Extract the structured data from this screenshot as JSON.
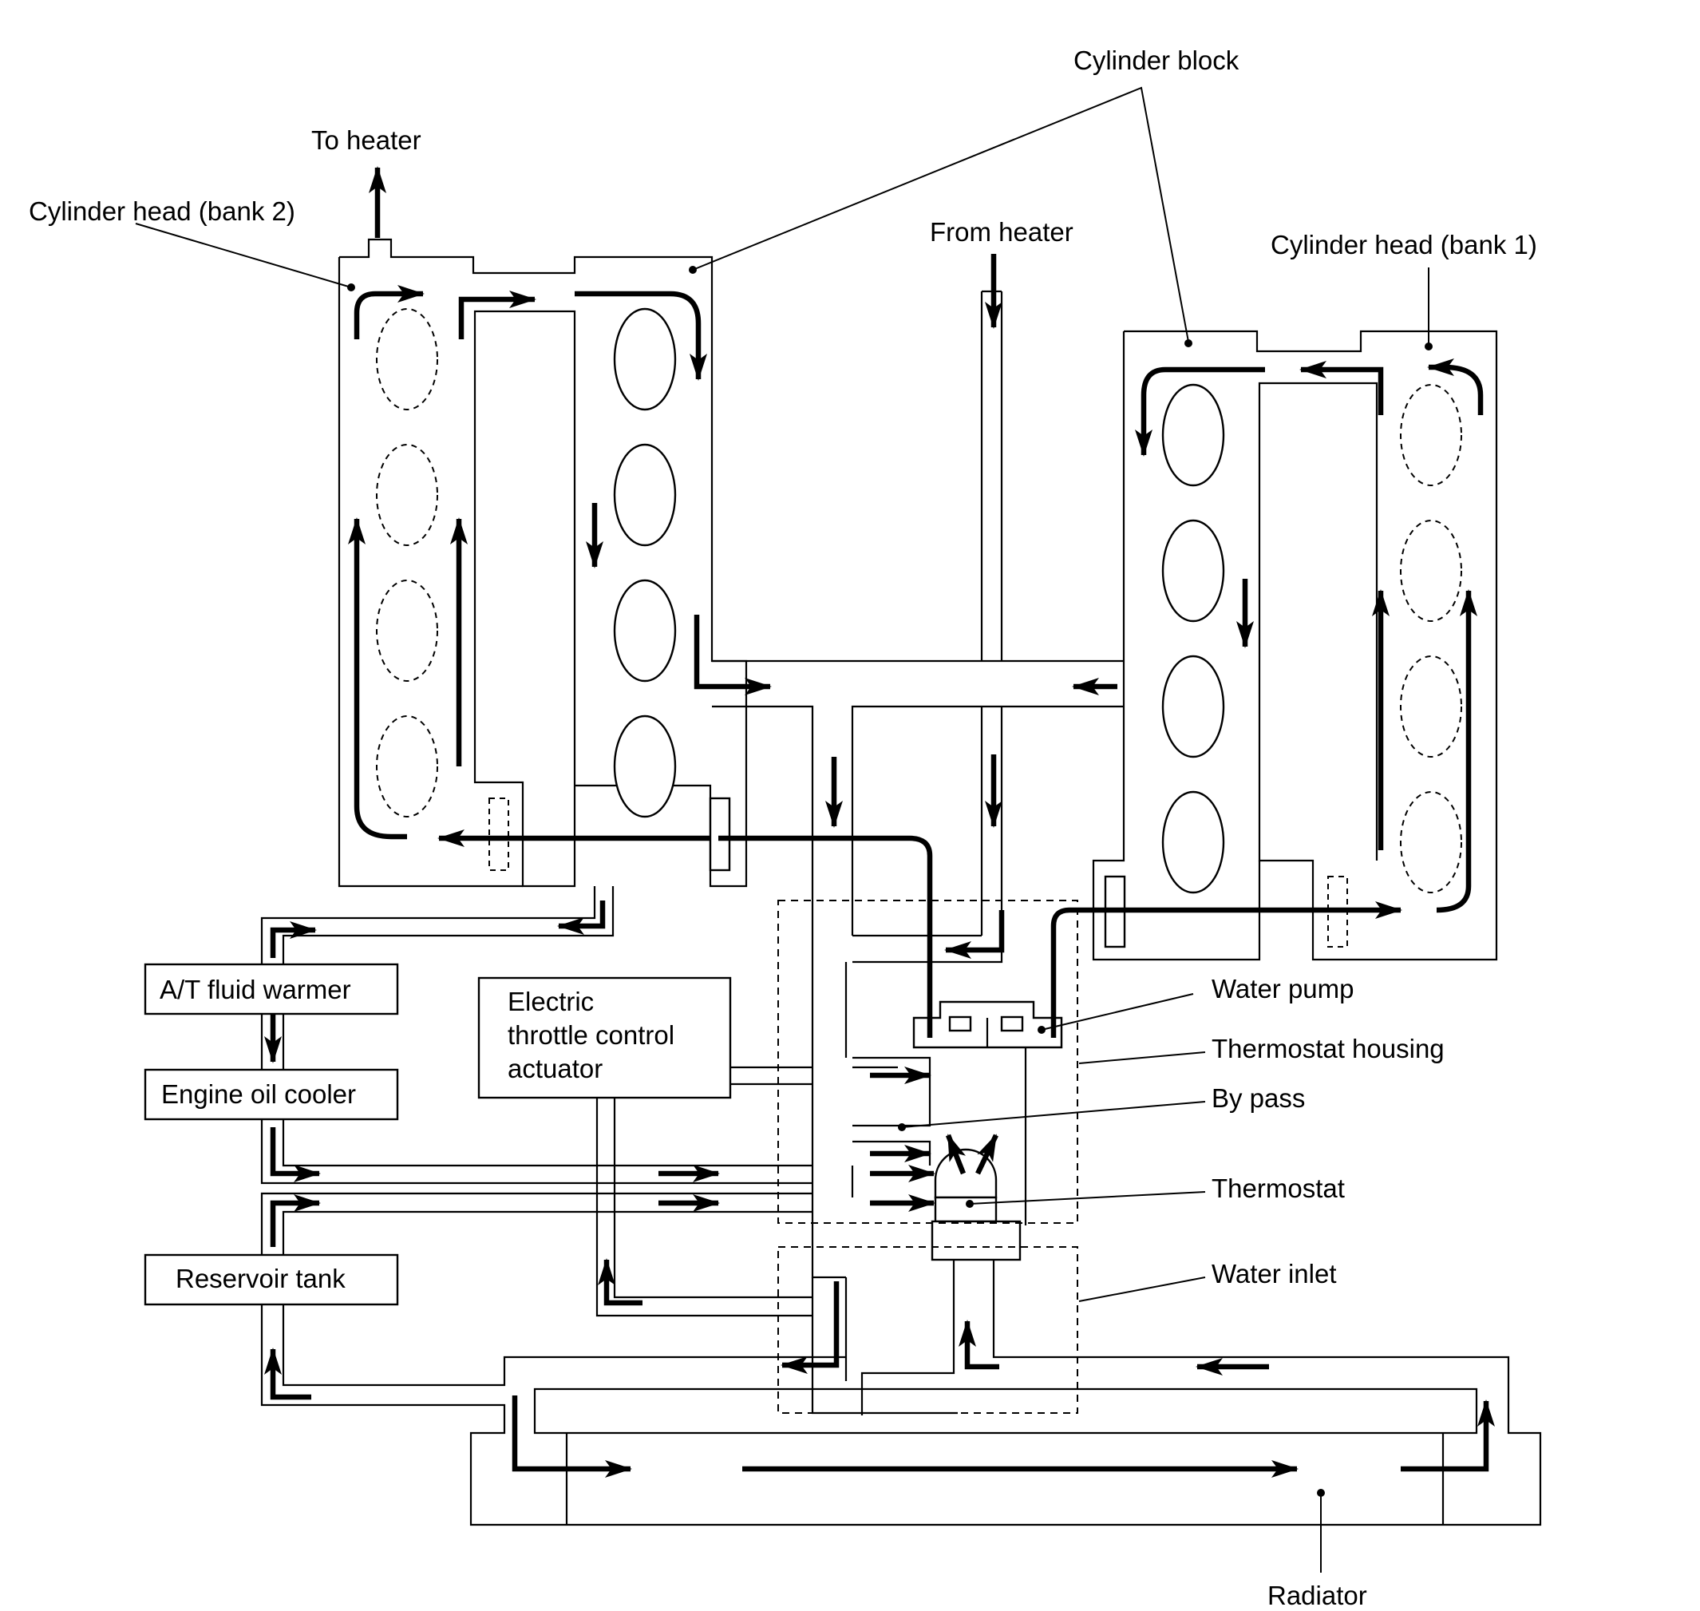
{
  "diagram": {
    "labels": {
      "cylinder_block": "Cylinder block",
      "to_heater": "To heater",
      "cylinder_head_bank2": "Cylinder head (bank 2)",
      "from_heater": "From heater",
      "cylinder_head_bank1": "Cylinder head (bank 1)",
      "at_fluid_warmer": "A/T fluid warmer",
      "engine_oil_cooler": "Engine oil cooler",
      "reservoir_tank": "Reservoir tank",
      "etc_line1": "Electric",
      "etc_line2": "throttle control",
      "etc_line3": "actuator",
      "water_pump": "Water pump",
      "thermostat_housing": "Thermostat housing",
      "by_pass": "By pass",
      "thermostat": "Thermostat",
      "water_inlet": "Water inlet",
      "radiator": "Radiator"
    }
  }
}
